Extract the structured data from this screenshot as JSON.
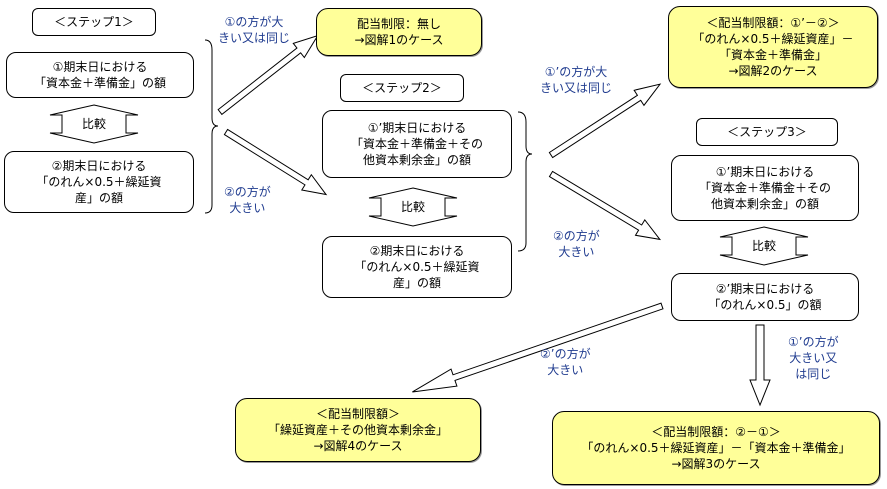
{
  "step1": {
    "title": "＜ステップ1＞",
    "box1": [
      "①期末日における",
      "「資本金＋準備金」の額"
    ],
    "compare": "比較",
    "box2": [
      "②期末日における",
      "「のれん×0.5＋繰延資",
      "産」の額"
    ]
  },
  "labels": {
    "s1_up": [
      "①の方が大",
      "きい又は同じ"
    ],
    "s1_down": [
      "②の方が",
      "大きい"
    ],
    "s2_up": [
      "①’の方が大",
      "きい又は同じ"
    ],
    "s2_down": [
      "②の方が",
      "大きい"
    ],
    "s3_left": [
      "②’の方が",
      "大きい"
    ],
    "s3_down": [
      "①’の方が",
      "大きい又",
      "は同じ"
    ]
  },
  "result1": [
    "配当制限：無し",
    "→図解1のケース"
  ],
  "step2": {
    "title": "＜ステップ2＞",
    "box1": [
      "①’期末日における",
      "「資本金＋準備金＋その",
      "他資本剰余金」の額"
    ],
    "compare": "比較",
    "box2": [
      "②期末日における",
      "「のれん×0.5＋繰延資",
      "産」の額"
    ]
  },
  "result2": [
    "＜配当制限額：①’－②＞",
    "「のれん×0.5＋繰延資産」－",
    "「資本金＋準備金」",
    "→図解2のケース"
  ],
  "step3": {
    "title": "＜ステップ3＞",
    "box1": [
      "①’期末日における",
      "「資本金＋準備金＋その",
      "他資本剰余金」の額"
    ],
    "compare": "比較",
    "box2": [
      "②’期末日における",
      "「のれん×0.5」の額"
    ]
  },
  "result4": [
    "＜配当制限額＞",
    "「繰延資産＋その他資本剰余金」",
    "→図解4のケース"
  ],
  "result3": [
    "＜配当制限額：②－①＞",
    "「のれん×0.5＋繰延資産」－「資本金＋準備金」",
    "→図解3のケース"
  ]
}
